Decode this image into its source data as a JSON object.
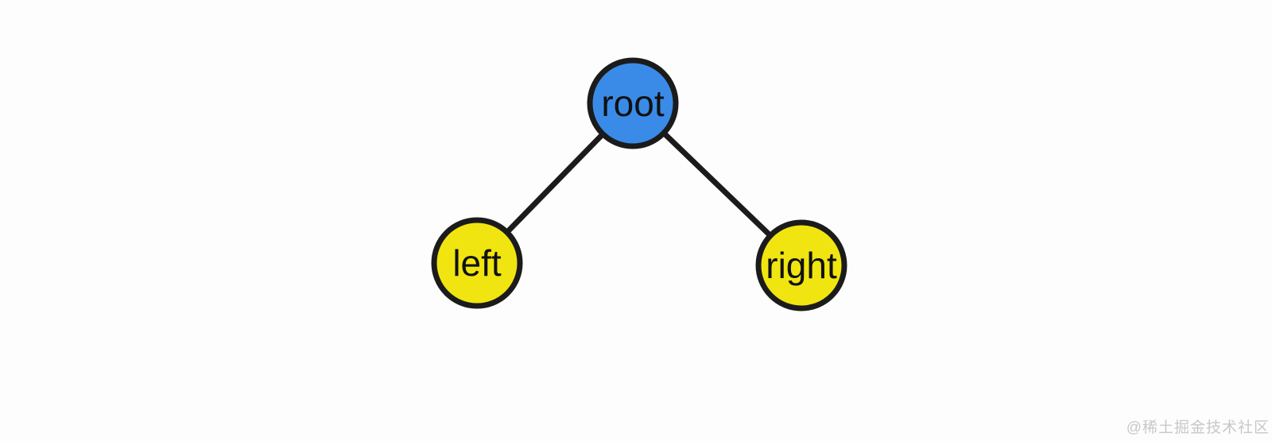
{
  "diagram": {
    "type": "binary-tree",
    "background_color": "#fdfdfd",
    "edge_color": "#1b1b1b",
    "node_border_color": "#1b1b1b",
    "label_color": "#111111",
    "nodes": {
      "root": {
        "label": "root",
        "fill": "#3a8be7"
      },
      "left": {
        "label": "left",
        "fill": "#f0e510"
      },
      "right": {
        "label": "right",
        "fill": "#f0e510"
      }
    },
    "edges": [
      {
        "from": "root",
        "to": "left"
      },
      {
        "from": "root",
        "to": "right"
      }
    ]
  },
  "watermark": {
    "text": "@稀土掘金技术社区",
    "color": "#c8c8c8"
  }
}
